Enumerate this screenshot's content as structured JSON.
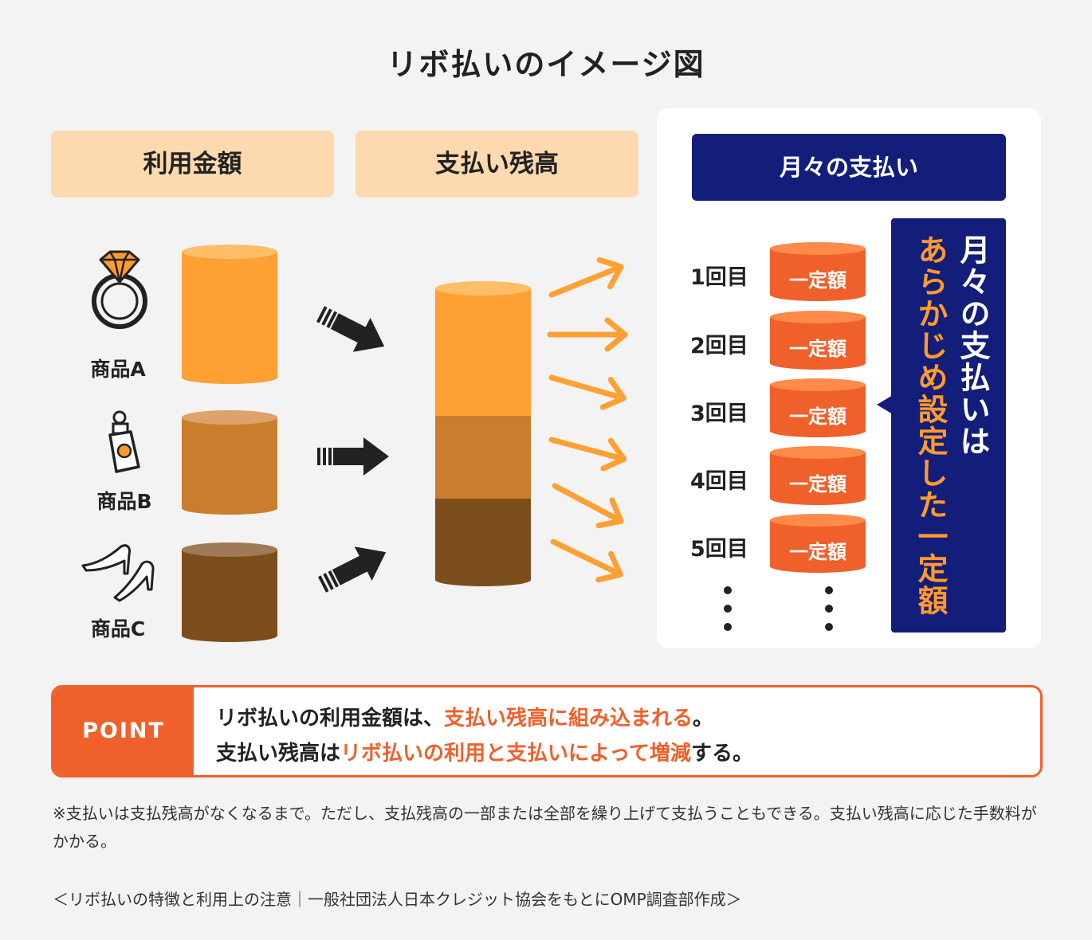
{
  "title": "リボ払いのイメージ図",
  "headers": {
    "usage_amount": "利用金額",
    "balance": "支払い残高",
    "monthly": "月々の支払い"
  },
  "items": [
    {
      "label": "商品A",
      "icon": "ring-icon",
      "color": "#ffa033"
    },
    {
      "label": "商品B",
      "icon": "perfume-bottle-icon",
      "color": "#c97d2d"
    },
    {
      "label": "商品C",
      "icon": "high-heels-icon",
      "color": "#7b4e1c"
    }
  ],
  "payments": [
    {
      "round": "1回目",
      "amount": "一定額"
    },
    {
      "round": "2回目",
      "amount": "一定額"
    },
    {
      "round": "3回目",
      "amount": "一定額"
    },
    {
      "round": "4回目",
      "amount": "一定額"
    },
    {
      "round": "5回目",
      "amount": "一定額"
    }
  ],
  "callout": {
    "line1": "月々の支払いは",
    "line2": "あらかじめ設定した一定額"
  },
  "point": {
    "label": "POINT",
    "line1_a": "リボ払いの利用金額は、",
    "line1_b": "支払い残高に組み込まれる",
    "line1_c": "。",
    "line2_a": "支払い残高は",
    "line2_b": "リボ払いの利用と支払いによって増減",
    "line2_c": "する。"
  },
  "note": "※支払いは支払残高がなくなるまで。ただし、支払残高の一部または全部を繰り上げて支払うこともできる。支払い残高に応じた手数料がかかる。",
  "source": "＜リボ払いの特徴と利用上の注意｜一般社団法人日本クレジット協会をもとにOMP調査部作成＞",
  "colors": {
    "navy": "#131d7a",
    "accent": "#f0602a",
    "light_orange": "#ffa033",
    "header_bg": "#fdd9b0"
  }
}
